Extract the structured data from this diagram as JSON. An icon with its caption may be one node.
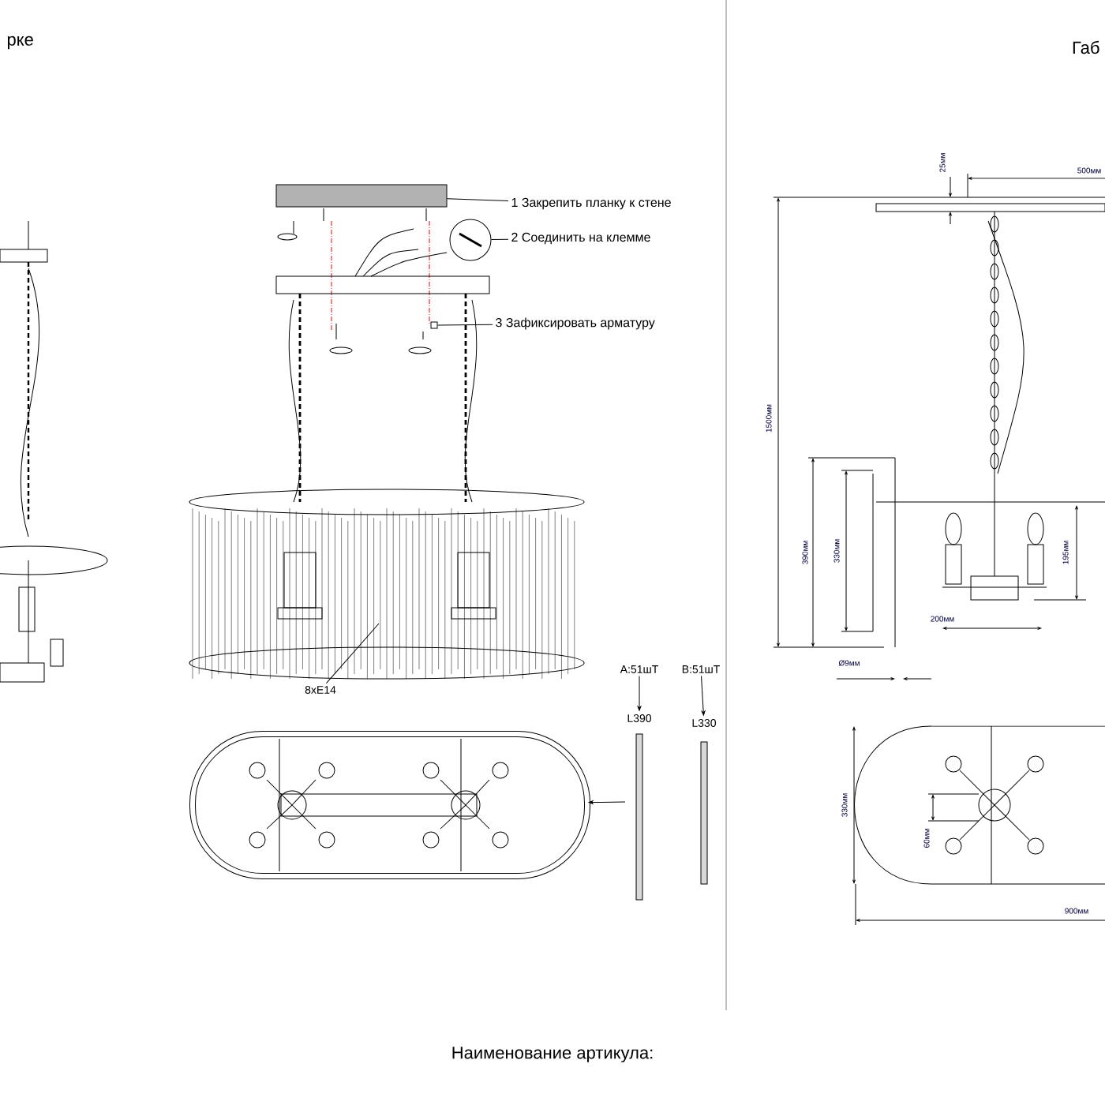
{
  "diagram": {
    "nodes": [
      {
        "text": [
          "1 Закрепить планку к стене"
        ]
      },
      {
        "text": [],
        "shape": "box"
      },
      {
        "text": [
          "2 Соединить на клемме"
        ]
      },
      {
        "text": [],
        "shape": "circle"
      },
      {
        "text": [
          "3 Зафиксировать арматуру"
        ]
      },
      {
        "text": [],
        "shape": "box"
      },
      {
        "text": [
          "8xE14"
        ]
      },
      {
        "text": [
          "A:51шТ"
        ]
      },
      {
        "text": [
          "L390"
        ]
      },
      {
        "text": [
          "B:51шТ"
        ]
      },
      {
        "text": [
          "L330"
        ]
      },
      {
        "text": [],
        "shape": "picture"
      }
    ],
    "edges": [
      {
        "from": 0,
        "to": 1,
        "arrow": "none"
      },
      {
        "from": 2,
        "to": 3,
        "arrow": "none"
      },
      {
        "from": 4,
        "to": 5,
        "arrow": "none"
      },
      {
        "from": 6,
        "to": null,
        "arrow": "none"
      },
      {
        "from": 7,
        "to": 8,
        "arrow": "to"
      },
      {
        "from": 9,
        "to": 10,
        "arrow": "to"
      },
      {
        "from": null,
        "to": 11,
        "arrow": "to"
      }
    ],
    "labels": [
      "рке",
      "Габ",
      "25мм",
      "500мм",
      "1500мм",
      "390мм",
      "330мм",
      "195мм",
      "200мм",
      "Ø9мм",
      "330мм",
      "60мм",
      "900мм",
      "Наименование артикула:"
    ]
  }
}
